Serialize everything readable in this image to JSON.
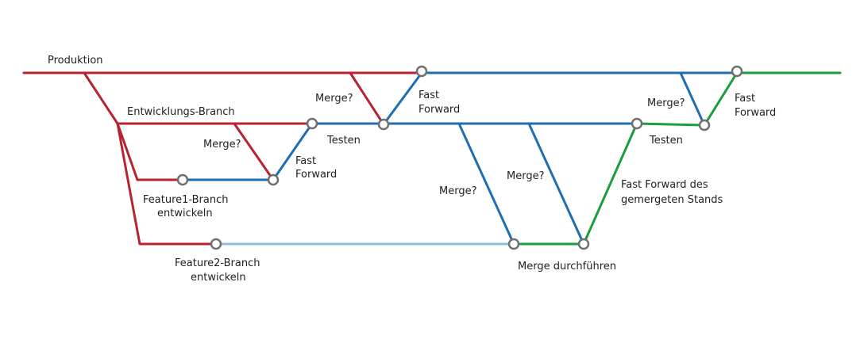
{
  "colors": {
    "red": "#b7232e",
    "blue": "#1f6db3",
    "green": "#1a9e3c",
    "lightblue": "#8bbdd9",
    "node_stroke": "#707070",
    "text": "#222222"
  },
  "labels": {
    "produktion": "Produktion",
    "entwicklungs_branch": "Entwicklungs-Branch",
    "merge_q": "Merge?",
    "fast": "Fast",
    "forward": "Forward",
    "testen": "Testen",
    "feature1_line1": "Feature1-Branch",
    "feature1_line2": "entwickeln",
    "feature2_line1": "Feature2-Branch",
    "feature2_line2": "entwickeln",
    "merge_durchfuehren": "Merge durchführen",
    "ff_merged_line1": "Fast Forward des",
    "ff_merged_line2": "gemergeten Stands"
  }
}
